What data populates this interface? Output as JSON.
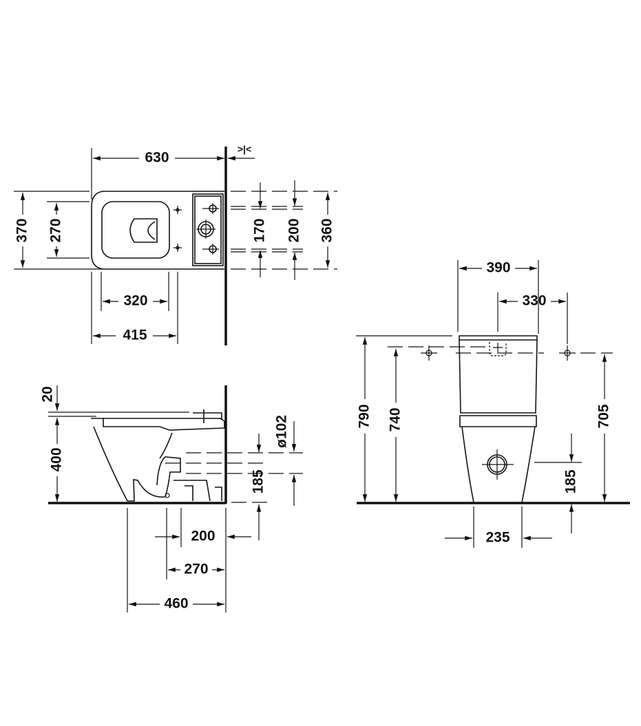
{
  "drawing": {
    "line_color": "#111111",
    "background": "#ffffff",
    "top_view": {
      "overall_length": "630",
      "wall_gap": ">|<",
      "overall_width": "370",
      "seat_width": "270",
      "inlet_spacing": "170",
      "fixing_spacing": "200",
      "tank_width": "360",
      "seat_opening": "320",
      "seat_length": "415"
    },
    "side_view": {
      "seat_thickness": "20",
      "seat_height": "400",
      "outlet_diameter": "ø102",
      "outlet_height": "185",
      "outlet_distance_200": "200",
      "outlet_distance_270": "270",
      "projection": "460"
    },
    "front_view": {
      "tank_width": "390",
      "fixing_hole_spacing": "330",
      "overall_height": "790",
      "tank_height": "740",
      "fixing_height": "705",
      "outlet_height": "185",
      "foot_width": "235"
    }
  }
}
